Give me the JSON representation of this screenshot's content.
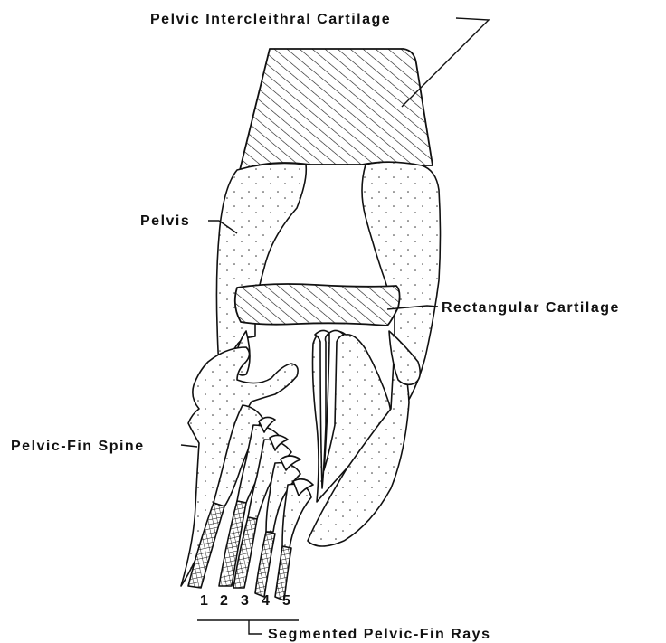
{
  "labels": {
    "pelvic_intercleithral_cartilage": "Pelvic Intercleithral Cartilage",
    "pelvis": "Pelvis",
    "rectangular_cartilage": "Rectangular Cartilage",
    "pelvic_fin_spine": "Pelvic-Fin Spine",
    "segmented_pelvic_fin_rays": "Segmented Pelvic-Fin Rays"
  },
  "ray_numbers": [
    "1",
    "2",
    "3",
    "4",
    "5"
  ]
}
